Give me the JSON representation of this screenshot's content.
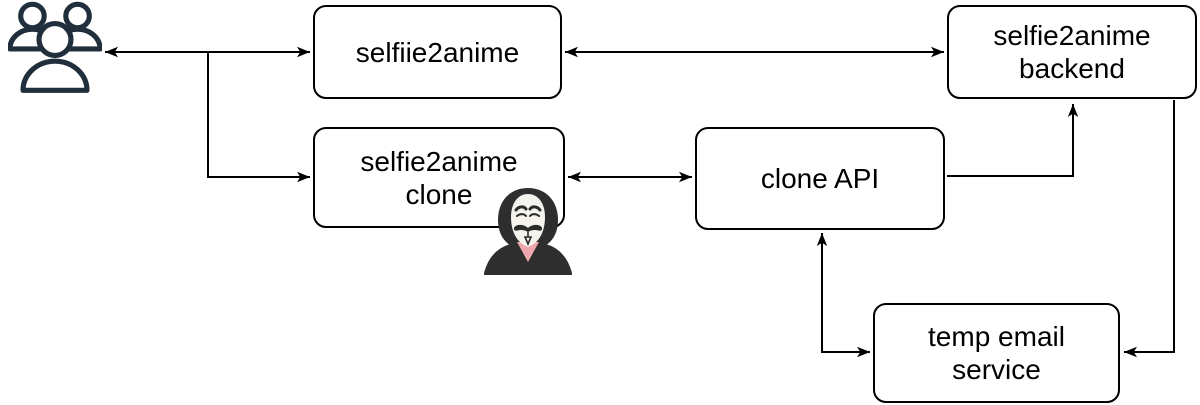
{
  "nodes": {
    "app": {
      "label": "selfiie2anime"
    },
    "backend": {
      "label": "selfie2anime\nbackend"
    },
    "clone": {
      "label": "selfie2anime\nclone"
    },
    "clone_api": {
      "label": "clone API"
    },
    "temp_email": {
      "label": "temp email\nservice"
    }
  },
  "icons": {
    "users": "users-group-icon",
    "hacker": "anonymous-hacker-icon"
  },
  "edges": [
    {
      "from": "users",
      "to": "selfiie2anime",
      "arrows": "both"
    },
    {
      "from": "users",
      "to": "selfie2anime-clone",
      "arrows": "end"
    },
    {
      "from": "selfiie2anime",
      "to": "selfie2anime-backend",
      "arrows": "both"
    },
    {
      "from": "selfie2anime-clone",
      "to": "clone-api",
      "arrows": "both"
    },
    {
      "from": "clone-api",
      "to": "selfie2anime-backend",
      "arrows": "end"
    },
    {
      "from": "clone-api",
      "to": "temp-email-service",
      "arrows": "both"
    },
    {
      "from": "selfie2anime-backend",
      "to": "temp-email-service",
      "arrows": "end"
    }
  ],
  "colors": {
    "background": "#ffffff",
    "node_fill": "#ffffff",
    "node_border": "#000000",
    "text": "#000000",
    "connector": "#000000",
    "users_icon": "#212f3d",
    "hacker_hood": "#2e2e2e",
    "hacker_mask": "#f4f3ee",
    "hacker_features": "#2b2b2b",
    "hacker_neck": "#f0a6ad"
  }
}
